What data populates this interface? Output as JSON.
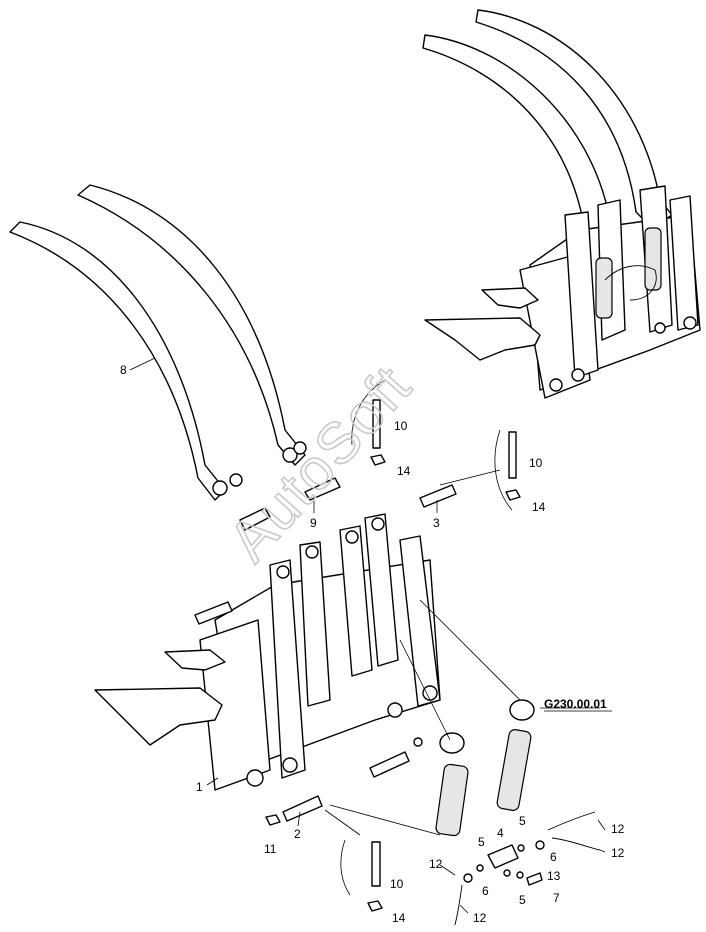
{
  "watermark": "AutoSoft",
  "reference_label": "G230.00.01",
  "callouts": {
    "c1": "1",
    "c2": "2",
    "c3": "3",
    "c4": "4",
    "c5a": "5",
    "c5b": "5",
    "c5c": "5",
    "c6a": "6",
    "c6b": "6",
    "c7": "7",
    "c8": "8",
    "c9": "9",
    "c10a": "10",
    "c10b": "10",
    "c10c": "10",
    "c11": "11",
    "c12a": "12",
    "c12b": "12",
    "c12c": "12",
    "c12d": "12",
    "c13": "13",
    "c14a": "14",
    "c14b": "14",
    "c14c": "14"
  }
}
